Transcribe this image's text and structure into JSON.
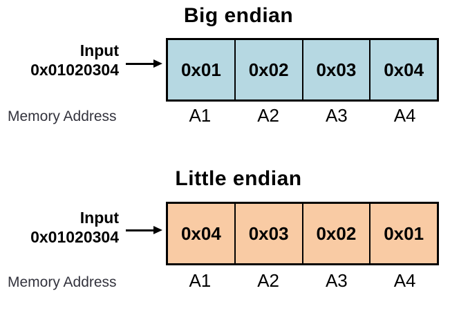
{
  "colors": {
    "big_endian_box_fill": "#b6d8e2",
    "little_endian_box_fill": "#f9cba4",
    "border": "#000000",
    "text": "#000000",
    "muted_text": "#33333d"
  },
  "sections": [
    {
      "title": "Big endian",
      "input_label": "Input",
      "input_value": "0x01020304",
      "memory_address_label": "Memory Address",
      "bytes": [
        "0x01",
        "0x02",
        "0x03",
        "0x04"
      ],
      "addresses": [
        "A1",
        "A2",
        "A3",
        "A4"
      ]
    },
    {
      "title": "Little endian",
      "input_label": "Input",
      "input_value": "0x01020304",
      "memory_address_label": "Memory Address",
      "bytes": [
        "0x04",
        "0x03",
        "0x02",
        "0x01"
      ],
      "addresses": [
        "A1",
        "A2",
        "A3",
        "A4"
      ]
    }
  ]
}
